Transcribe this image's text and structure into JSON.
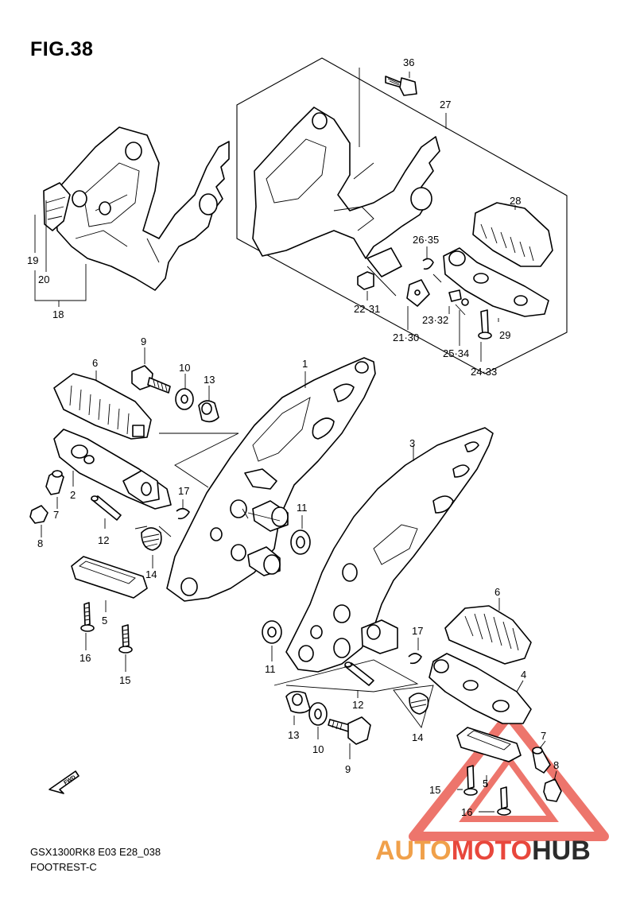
{
  "figure": {
    "title": "FIG.38",
    "model": "GSX1300RK8 E03 E28_038",
    "name": "FOOTREST-C"
  },
  "direction_marker": "FWD",
  "watermark": {
    "part1": "AUTO",
    "part2": "MOTO",
    "part3": "HUB",
    "colors": {
      "accent": "#f0a04a",
      "red": "#e8473c",
      "dark": "#2b2b2b"
    }
  },
  "callouts": {
    "c36": "36",
    "c27": "27",
    "c28": "28",
    "c2635": "26·35",
    "c19": "19",
    "c20": "20",
    "c18": "18",
    "c2231": "22·31",
    "c2130": "21·30",
    "c2332": "23·32",
    "c2534": "25·34",
    "c29": "29",
    "c2433": "24·33",
    "c9a": "9",
    "c10a": "10",
    "c13a": "13",
    "c6a": "6",
    "c1": "1",
    "c2": "2",
    "c17a": "17",
    "c7a": "7",
    "c8a": "8",
    "c12a": "12",
    "c11a": "11",
    "c14a": "14",
    "c5a": "5",
    "c16a": "16",
    "c15a": "15",
    "c3": "3",
    "c6b": "6",
    "c17b": "17",
    "c11b": "11",
    "c4": "4",
    "c12b": "12",
    "c14b": "14",
    "c13b": "13",
    "c10b": "10",
    "c9b": "9",
    "c7b": "7",
    "c8b": "8",
    "c15b": "15",
    "c5b": "5",
    "c16b": "16"
  }
}
